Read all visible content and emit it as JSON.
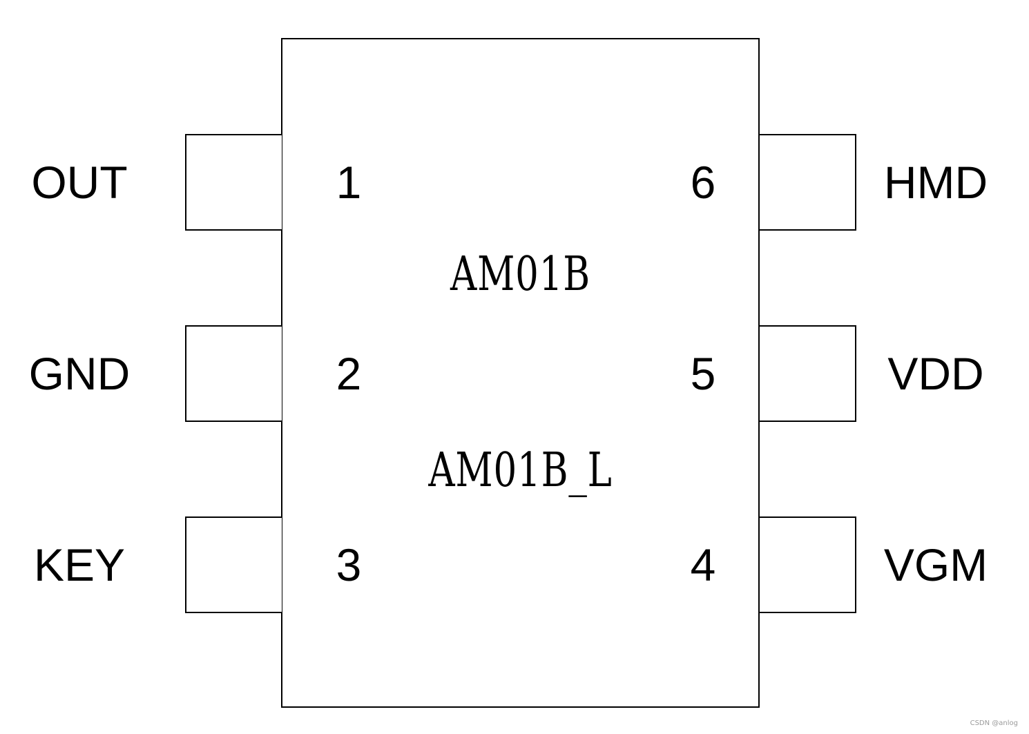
{
  "diagram": {
    "part_names": [
      "AM01B",
      "AM01B_L"
    ],
    "pins": [
      {
        "number": "1",
        "signal": "OUT",
        "side": "left"
      },
      {
        "number": "2",
        "signal": "GND",
        "side": "left"
      },
      {
        "number": "3",
        "signal": "KEY",
        "side": "left"
      },
      {
        "number": "4",
        "signal": "VGM",
        "side": "right"
      },
      {
        "number": "5",
        "signal": "VDD",
        "side": "right"
      },
      {
        "number": "6",
        "signal": "HMD",
        "side": "right"
      }
    ]
  },
  "watermark": "CSDN @anlog"
}
